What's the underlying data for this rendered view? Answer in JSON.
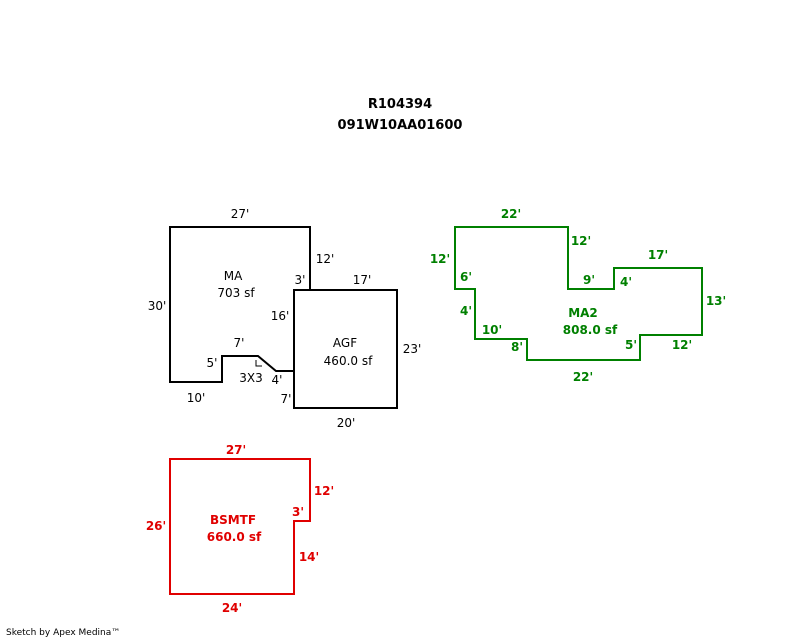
{
  "header": {
    "parcel_id": "R104394",
    "map_number": "091W10AA01600"
  },
  "footer": {
    "credit": "Sketch by Apex Medina™"
  },
  "colors": {
    "main": "#000000",
    "ma2": "#008000",
    "bsmt": "#e00000"
  },
  "areas": {
    "ma": {
      "name": "MA",
      "area": "703 sf"
    },
    "agf": {
      "name": "AGF",
      "area": "460.0 sf"
    },
    "ma2": {
      "name": "MA2",
      "area": "808.0 sf"
    },
    "bsmtf": {
      "name": "BSMTF",
      "area": "660.0 sf"
    },
    "porch": {
      "name": "3X3"
    }
  },
  "dims": {
    "ma": {
      "top": "27'",
      "left": "30'",
      "right": "12'",
      "notch_top": "3'",
      "side": "16'",
      "step": "7'",
      "step_left": "5'",
      "bottom": "10'",
      "diag": "4'",
      "lower": "7'"
    },
    "agf": {
      "top": "17'",
      "right": "23'",
      "bottom": "20'"
    },
    "ma2": {
      "top": "22'",
      "left": "12'",
      "r1": "12'",
      "s1": "6'",
      "s2": "4'",
      "s3": "10'",
      "s4": "8'",
      "bottom": "22'",
      "s5": "5'",
      "s6": "12'",
      "s7": "9'",
      "s8": "4'",
      "top2": "17'",
      "right": "13'"
    },
    "bsmtf": {
      "top": "27'",
      "left": "26'",
      "r1": "12'",
      "notch": "3'",
      "r2": "14'",
      "bottom": "24'"
    }
  }
}
